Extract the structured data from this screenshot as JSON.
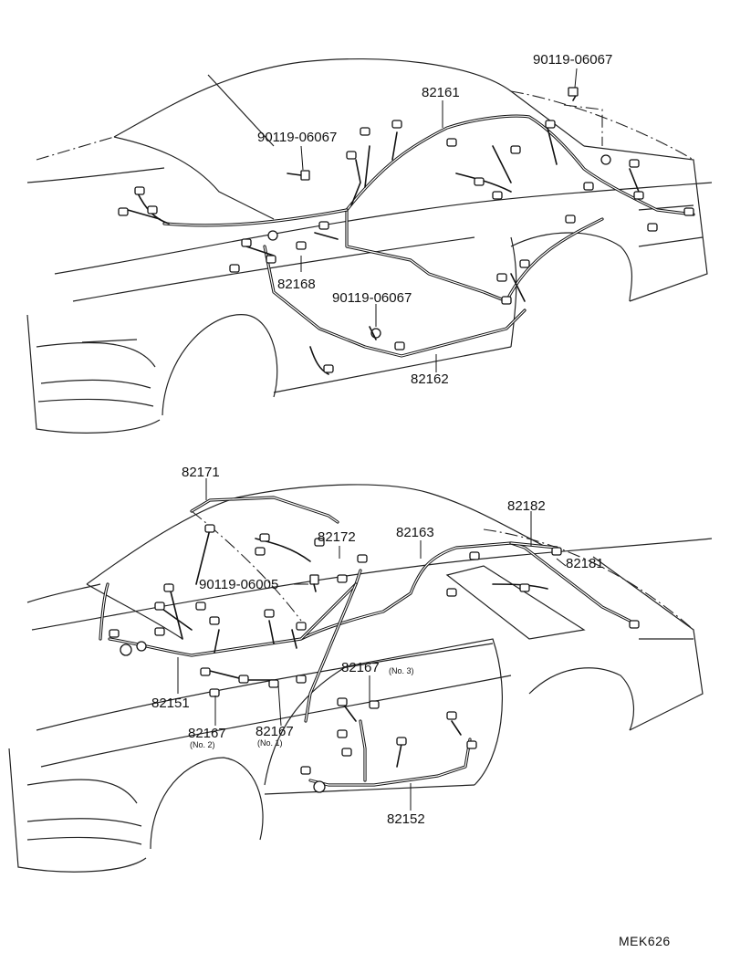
{
  "diagram": {
    "top": {
      "labels": {
        "l82161": "82161",
        "l82162": "82162",
        "l82168": "82168",
        "bolt_a": "90119-06067",
        "bolt_b": "90119-06067",
        "bolt_c": "90119-06067"
      }
    },
    "bottom": {
      "labels": {
        "l82171": "82171",
        "l82172": "82172",
        "l82163": "82163",
        "l82182": "82182",
        "l82181": "82181",
        "bolt_d": "90119-06005",
        "l82151": "82151",
        "l82167_no3": "82167",
        "l82167_no3_sub": "(No. 3)",
        "l82167_no2": "82167",
        "l82167_no2_sub": "(No. 2)",
        "l82167_no1": "82167",
        "l82167_no1_sub": "(No. 1)",
        "l82152": "82152"
      }
    },
    "drawing_code": "MEK626"
  }
}
